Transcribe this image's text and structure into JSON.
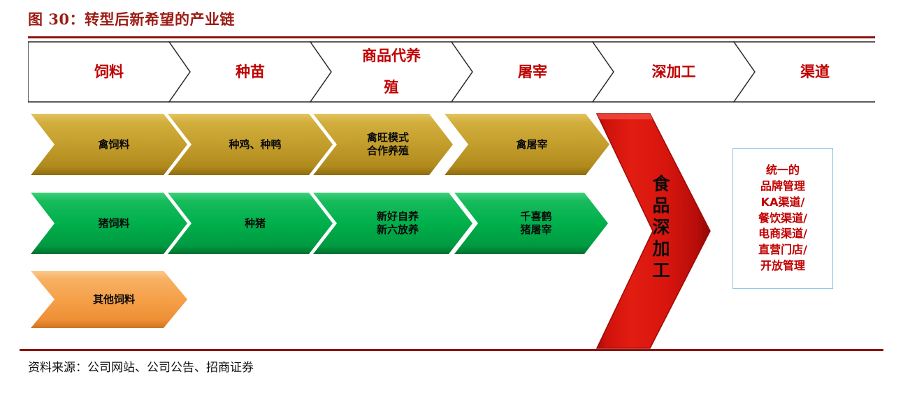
{
  "figure": {
    "title": "图 30：转型后新希望的产业链",
    "source": "资料来源：公司网站、公司公告、招商证券",
    "title_color": "#9C1C14",
    "rule_color": "#8E1410"
  },
  "header": {
    "stages": [
      {
        "label": "饲料"
      },
      {
        "label": "种苗"
      },
      {
        "label": "商品代养\n殖"
      },
      {
        "label": "屠宰"
      },
      {
        "label": "深加工"
      },
      {
        "label": "渠道"
      }
    ],
    "text_color": "#C00000"
  },
  "rows": [
    {
      "name": "poultry-row",
      "color": "#C39E2C",
      "style": "gold",
      "items": [
        {
          "label": "禽饲料"
        },
        {
          "label": "种鸡、种鸭"
        },
        {
          "label": "禽旺模式\n合作养殖"
        },
        {
          "label": "禽屠宰"
        }
      ]
    },
    {
      "name": "hog-row",
      "color": "#00B04B",
      "style": "green",
      "items": [
        {
          "label": "猪饲料"
        },
        {
          "label": "种猪"
        },
        {
          "label": "新好自养\n新六放养"
        },
        {
          "label": "千喜鹤\n猪屠宰"
        }
      ]
    },
    {
      "name": "other-feed-row",
      "color": "#F5A049",
      "style": "orange",
      "items": [
        {
          "label": "其他饲料"
        }
      ]
    }
  ],
  "processing_arrow": {
    "label": "食品深加工",
    "color": "#E01B10"
  },
  "channel_box": {
    "lines": [
      "统一的",
      "品牌管理",
      "KA渠道/",
      "餐饮渠道/",
      "电商渠道/",
      "直营门店/",
      "开放管理"
    ],
    "border_color": "#8FC6E8",
    "text_color": "#C00000"
  }
}
